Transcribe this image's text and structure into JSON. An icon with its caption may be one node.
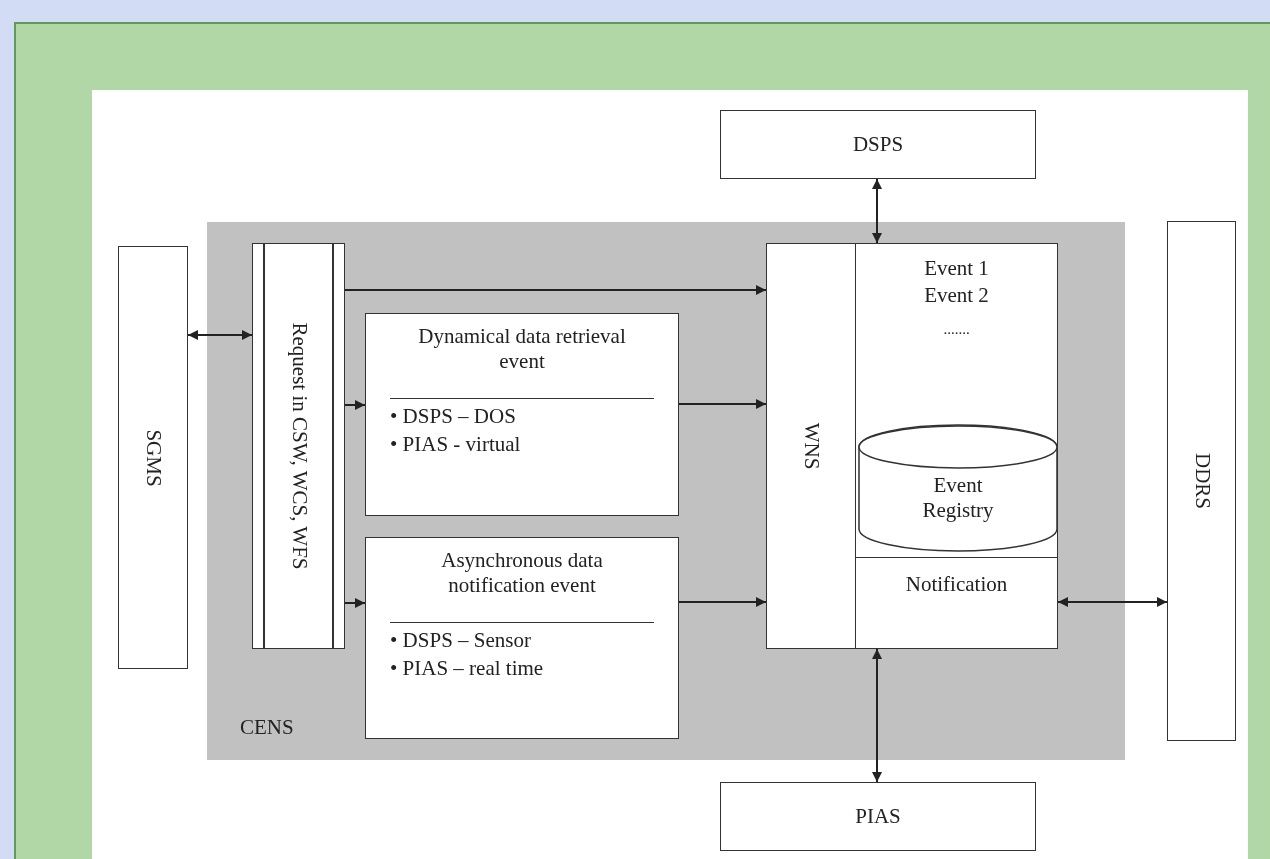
{
  "diagram": {
    "nodes": [
      {
        "text": [
          "DSPS"
        ]
      },
      {
        "text": [
          "CENS"
        ]
      },
      {
        "text": [
          "SGMS"
        ]
      },
      {
        "text": [
          "Request in CSW, WCS, WFS"
        ],
        "in": 1
      },
      {
        "text": [
          "Dynamical data retrieval event",
          "• DSPS – DOS",
          "• PIAS - virtual"
        ],
        "in": 1
      },
      {
        "text": [
          "Asynchronous data notification event",
          "• DSPS – Sensor",
          "• PIAS – real time"
        ],
        "in": 1
      },
      {
        "text": [
          "WNS"
        ],
        "in": 1
      },
      {
        "text": [
          "Event 1",
          "Event 2",
          "......."
        ],
        "in": 1
      },
      {
        "text": [
          "Event Registry"
        ],
        "in": 7
      },
      {
        "text": [
          "Notification"
        ],
        "in": 1
      },
      {
        "text": [
          "DDRS"
        ]
      },
      {
        "text": [
          "PIAS"
        ]
      }
    ],
    "edges": [
      {
        "from": 0,
        "to": 7,
        "arrow": "both"
      },
      {
        "from": 2,
        "to": 3,
        "arrow": "both"
      },
      {
        "from": 3,
        "to": 6,
        "arrow": "to"
      },
      {
        "from": 3,
        "to": 4,
        "arrow": "to"
      },
      {
        "from": 3,
        "to": 5,
        "arrow": "to"
      },
      {
        "from": 4,
        "to": 6,
        "arrow": "to"
      },
      {
        "from": 5,
        "to": 6,
        "arrow": "to"
      },
      {
        "from": 9,
        "to": 10,
        "arrow": "both"
      },
      {
        "from": 9,
        "to": 11,
        "arrow": "both"
      }
    ]
  }
}
